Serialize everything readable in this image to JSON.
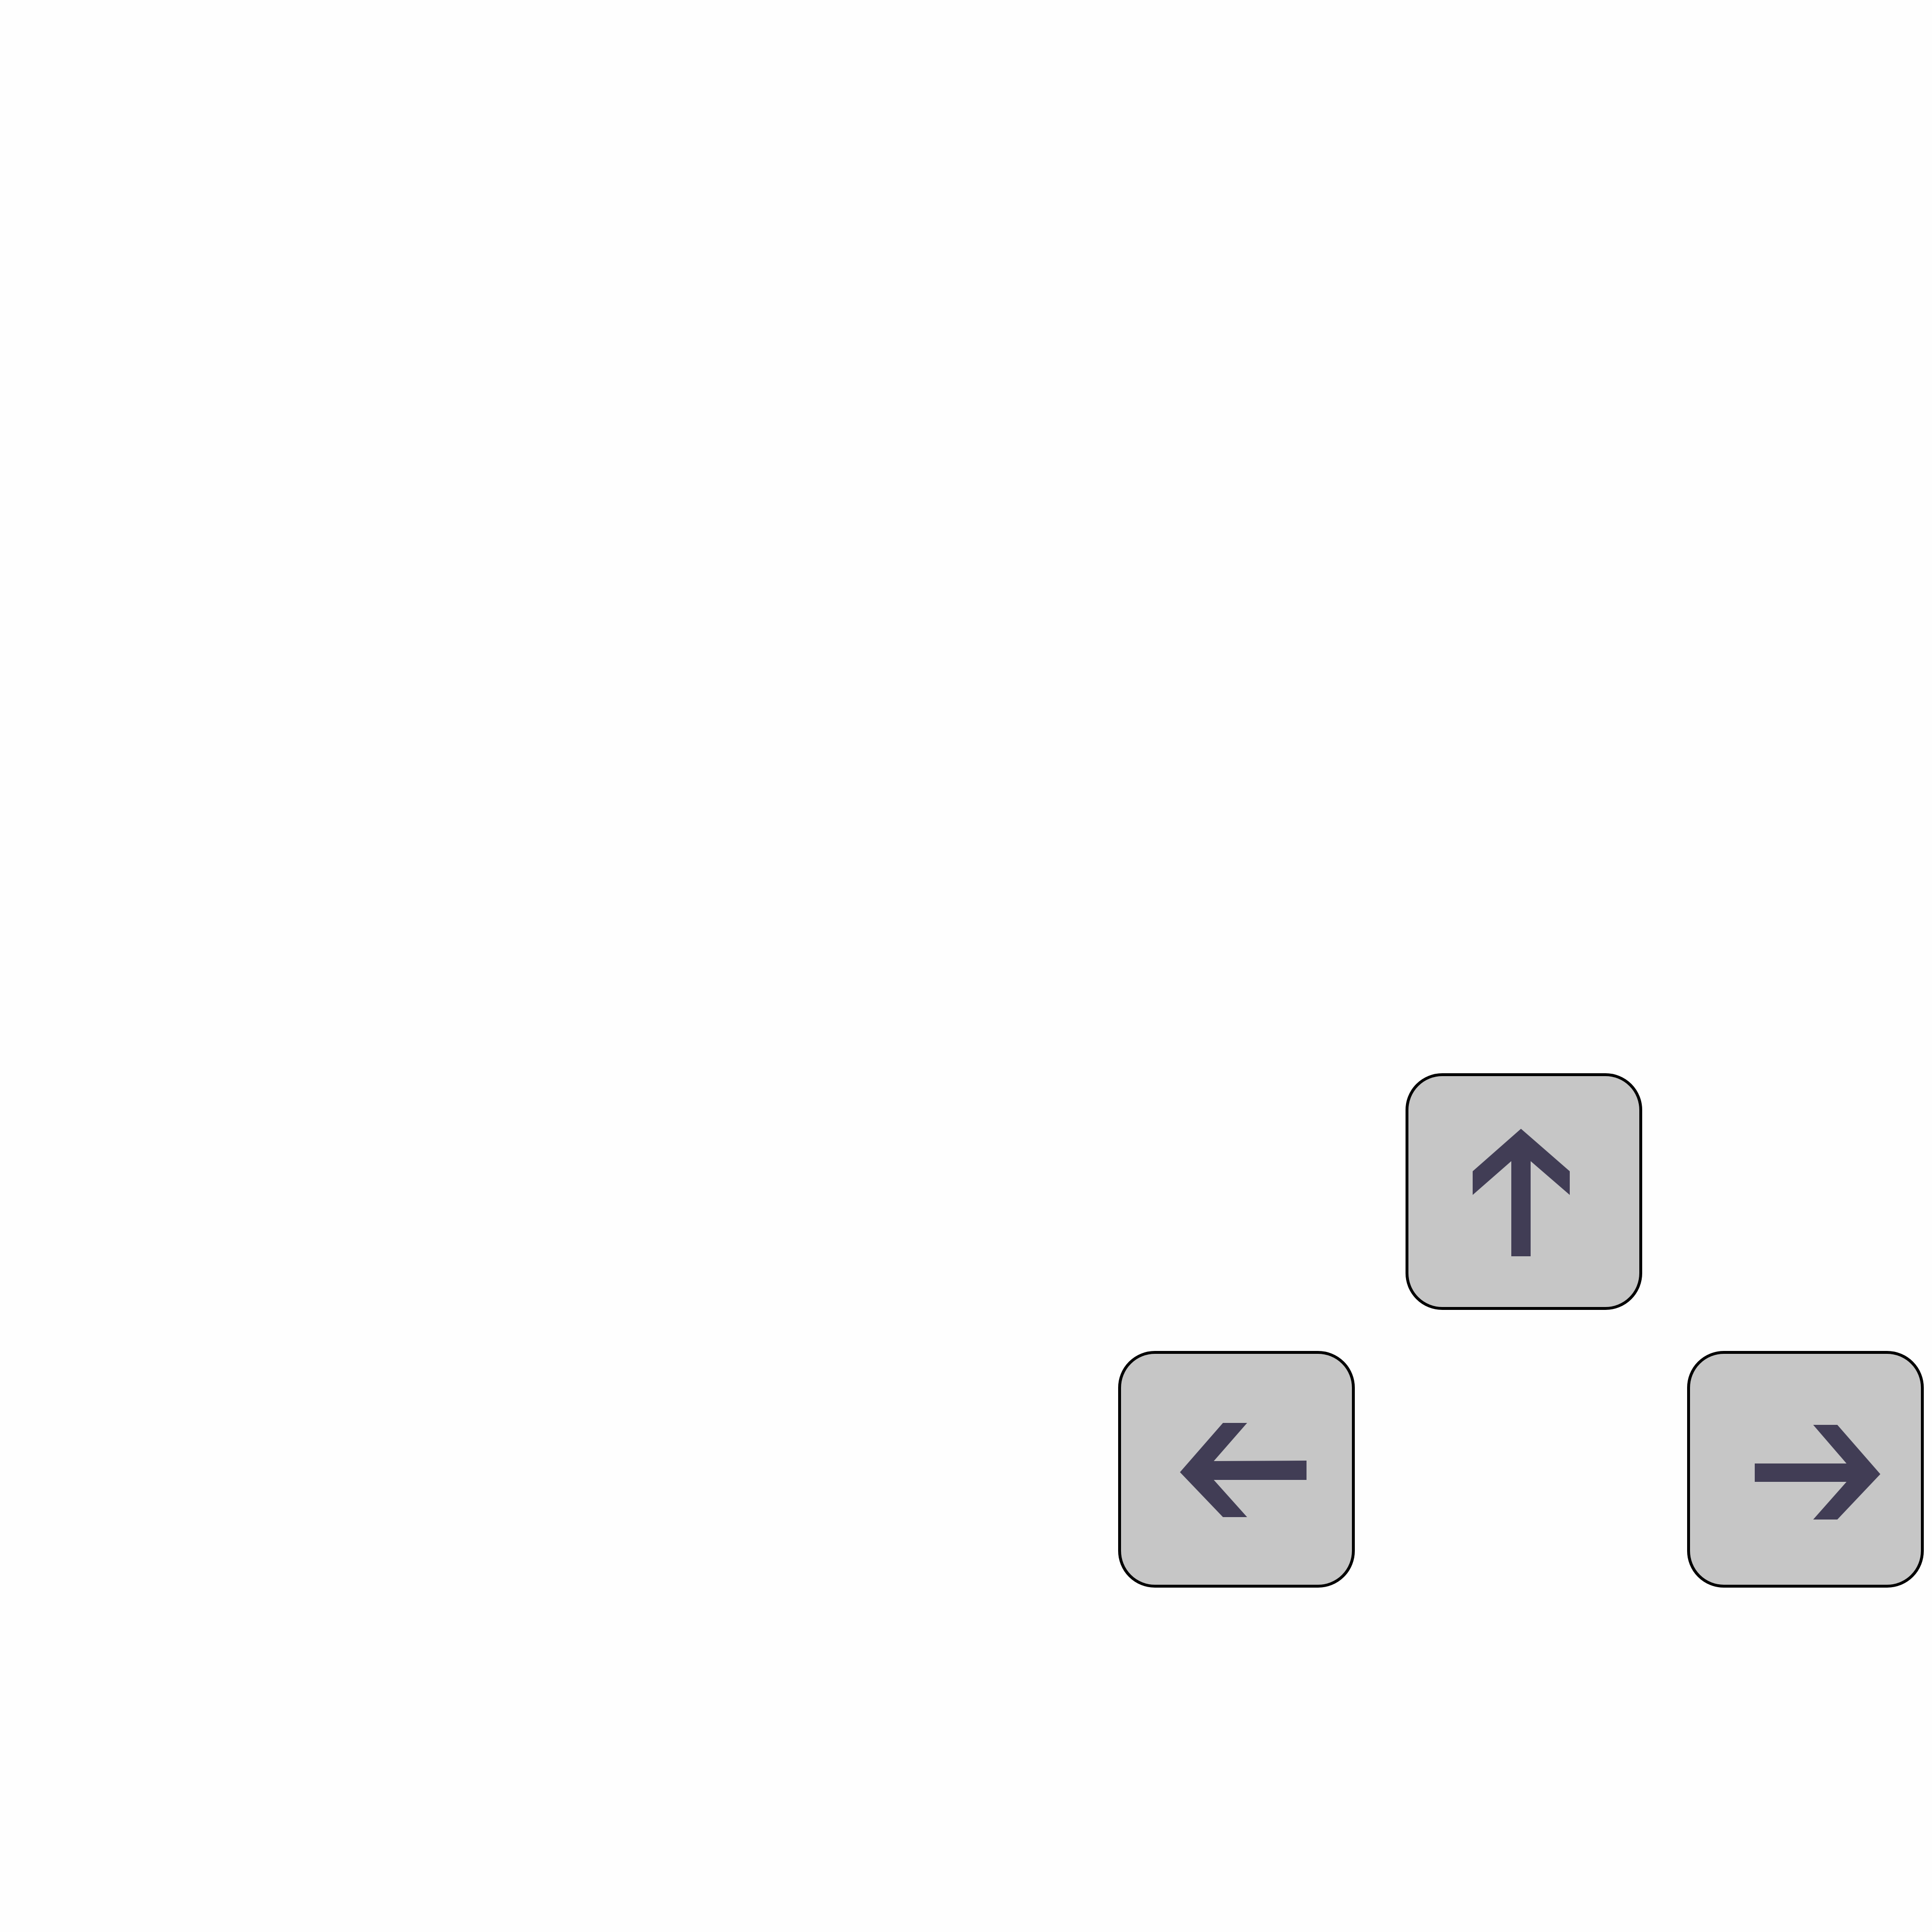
{
  "colors": {
    "background": "#fefefe",
    "key_fill": "#c6c6c6",
    "key_border": "#000000",
    "arrow": "#413d55"
  },
  "keys": [
    {
      "name": "up",
      "icon": "arrow-up-icon"
    },
    {
      "name": "left",
      "icon": "arrow-left-icon"
    },
    {
      "name": "right",
      "icon": "arrow-right-icon"
    }
  ]
}
